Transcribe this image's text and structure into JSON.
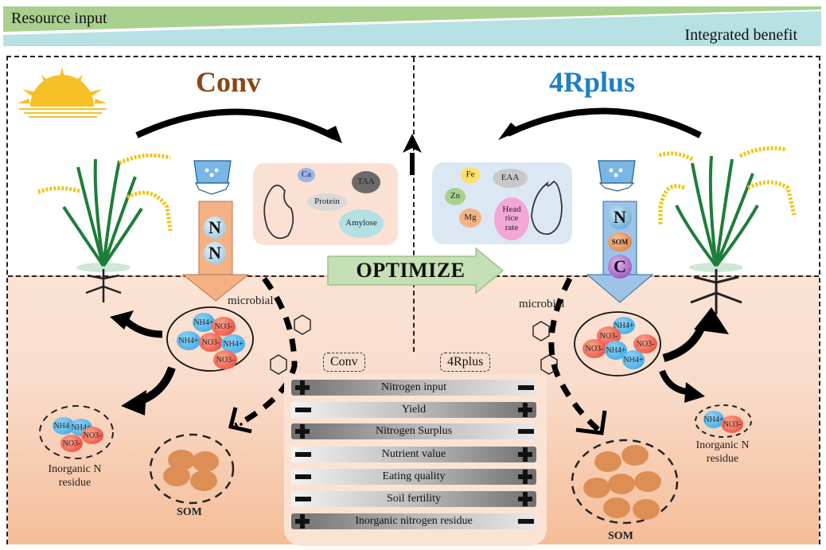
{
  "banner": {
    "left_label": "Resource input",
    "right_label": "Integrated benefit",
    "colors": {
      "input": "#a9d08e",
      "benefit": "#b7e1e3"
    }
  },
  "left_system": {
    "title": "Conv",
    "title_color": "#8b4513",
    "fertilizer_arrow_color": "#f4b183",
    "arrow_nutrients": [
      "N",
      "N"
    ],
    "grain_quality": {
      "items": [
        {
          "label": "Ca",
          "color": "#9fb4e6"
        },
        {
          "label": "TAA",
          "color": "#6b6b6b"
        },
        {
          "label": "Protein",
          "color": "#d9d9d9"
        },
        {
          "label": "Amylose",
          "color": "#b4e0e4"
        }
      ]
    },
    "soil_ions": [
      "NH4+",
      "NO3-",
      "NH4+",
      "NO3-",
      "NH4+",
      "NO3-"
    ],
    "microbial_label": "microbial",
    "residue": {
      "ions": [
        "NH4+",
        "NH4+",
        "NO3-",
        "NO3-"
      ],
      "label": "Inorganic N residue"
    },
    "som_label": "SOM",
    "som_particles": 4
  },
  "right_system": {
    "title": "4Rplus",
    "title_color": "#1e7fc6",
    "fertilizer_arrow_color": "#9dc3e6",
    "arrow_nutrients": [
      "N",
      "SOM",
      "C"
    ],
    "grain_quality": {
      "items": [
        {
          "label": "Fe",
          "color": "#ffe066"
        },
        {
          "label": "EAA",
          "color": "#c8c8c8"
        },
        {
          "label": "Zn",
          "color": "#a9d18e"
        },
        {
          "label": "Mg",
          "color": "#f4b183"
        },
        {
          "label": "Head rice rate",
          "color": "#f4a6d7"
        }
      ]
    },
    "soil_ions": [
      "NH4+",
      "NO3-",
      "NO3-",
      "NH4+",
      "NO3-",
      "NH4+"
    ],
    "microbial_label": "microbial",
    "residue": {
      "ions": [
        "NH4+",
        "NO3-"
      ],
      "label": "Inorganic N residue"
    },
    "som_label": "SOM",
    "som_particles": 8
  },
  "center": {
    "optimize_label": "OPTIMIZE",
    "optimize_color": "#c5e0b4"
  },
  "comparison": {
    "left_header": "Conv",
    "right_header": "4Rplus",
    "rows": [
      {
        "label": "Nitrogen input",
        "conv": "+",
        "fourrplus": "-"
      },
      {
        "label": "Yield",
        "conv": "-",
        "fourrplus": "+"
      },
      {
        "label": "Nitrogen Surplus",
        "conv": "+",
        "fourrplus": "-"
      },
      {
        "label": "Nutrient value",
        "conv": "-",
        "fourrplus": "+"
      },
      {
        "label": "Eating quality",
        "conv": "-",
        "fourrplus": "+"
      },
      {
        "label": "Soil fertility",
        "conv": "-",
        "fourrplus": "+"
      },
      {
        "label": "Inorganic nitrogen residue",
        "conv": "+",
        "fourrplus": "-"
      }
    ]
  }
}
